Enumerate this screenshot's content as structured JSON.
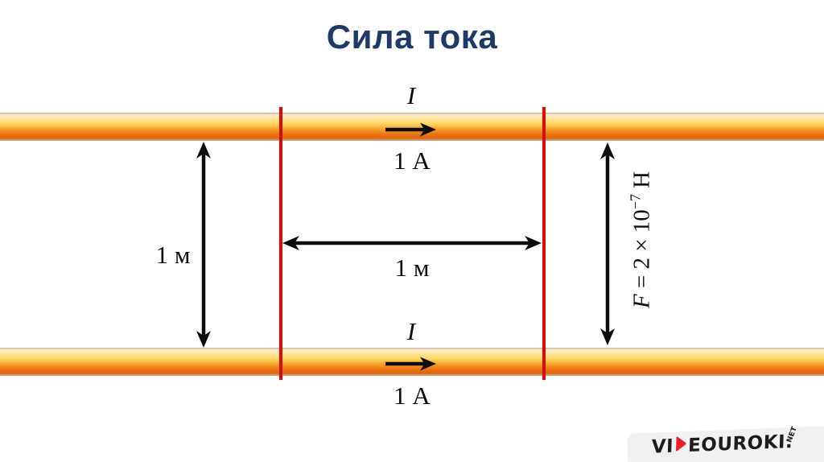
{
  "title": "Сила тока",
  "colors": {
    "title": "#1f3a64",
    "segment_marker": "#c81311",
    "arrow": "#0d0d0d",
    "wire_highlight": "#ffd967",
    "wire_shadow": "#df640f",
    "logo_band": "#f1f1f2",
    "logo_play": "#e62129"
  },
  "wires": {
    "top": {
      "current_symbol": "I",
      "current_value": "1 А"
    },
    "bottom": {
      "current_symbol": "I",
      "current_value": "1 А"
    }
  },
  "measurements": {
    "wire_separation": "1 м",
    "segment_length": "1 м",
    "force_symbol": "F",
    "force_eq": " = 2 × 10",
    "force_exp": "−7",
    "force_unit": " Н"
  },
  "icons": {
    "current_arrow": "arrow-right",
    "separation_arrow": "double-arrow-vertical",
    "segment_arrow": "double-arrow-horizontal",
    "force_arrow": "double-arrow-vertical",
    "logo_play": "play-triangle"
  },
  "logo": {
    "brand_prefix": "VI",
    "brand_suffix": "EOUROKI.",
    "brand_tld": "NET"
  }
}
